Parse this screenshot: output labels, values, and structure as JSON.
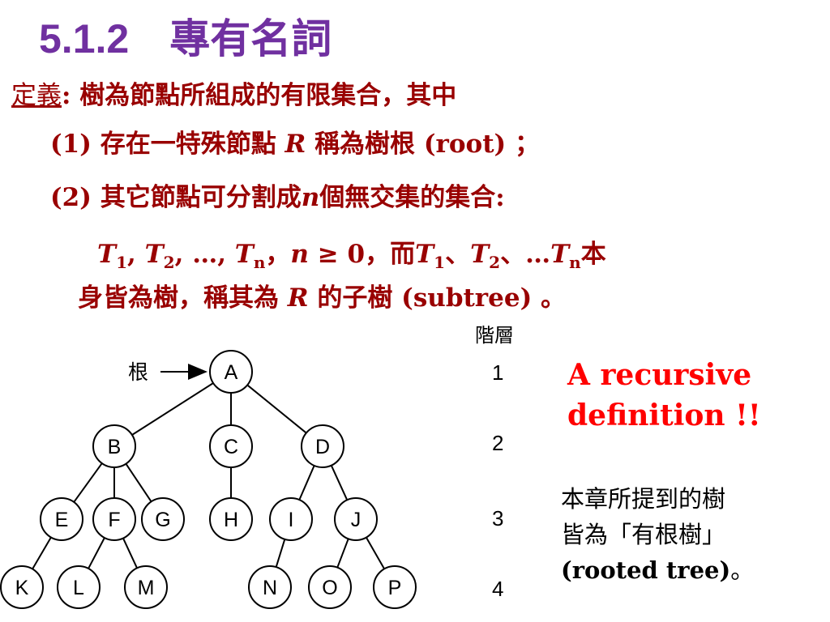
{
  "title": {
    "number": "5.1.2",
    "text": "專有名詞"
  },
  "definition": {
    "label": "定義",
    "colon": ":",
    "text": "樹為節點所組成的有限集合，其中",
    "item1_num": "(1)",
    "item1_a": "存在一特殊節點",
    "item1_R": "R",
    "item1_b": "稱為樹根",
    "item1_c": "(root) ；",
    "item2_num": "(2)",
    "item2_a": "其它節點可分割成",
    "item2_n": "n",
    "item2_b": "個無交集的集合:",
    "line4": {
      "T": "T",
      "s1": "1",
      "s2": "2",
      "sn": "n",
      "ellipsis": "…",
      "comma": ",",
      "cjk_comma": "，",
      "n": "n",
      "ge_zero": "≥ 0",
      "er": "而",
      "dun": "、",
      "dun_ellipsis": "、…",
      "ben": "本"
    },
    "line5_a": "身皆為樹，稱其為",
    "line5_R": "R",
    "line5_b": "的子樹",
    "line5_c": "(subtree) 。"
  },
  "tree": {
    "root_label": "根",
    "levels_title": "階層",
    "levels": [
      "1",
      "2",
      "3",
      "4"
    ],
    "nodes": [
      "A",
      "B",
      "C",
      "D",
      "E",
      "F",
      "G",
      "H",
      "I",
      "J",
      "K",
      "L",
      "M",
      "N",
      "O",
      "P"
    ]
  },
  "recursive_note": {
    "line1": "A recursive",
    "line2": "definition !!"
  },
  "chapter_note": {
    "line1": "本章所提到的樹",
    "line2": "皆為「有根樹」",
    "line3": "(rooted tree)",
    "end": "。"
  }
}
